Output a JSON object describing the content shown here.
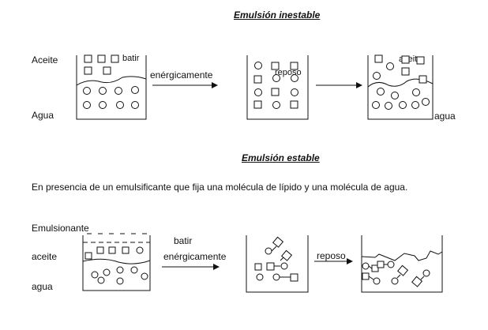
{
  "unstable": {
    "title": "Emulsión inestable",
    "label_oil": "Aceite",
    "label_water": "Agua",
    "label_water_right": "agua",
    "stir_short": "batir",
    "stir_adverb": "enérgicamente",
    "rest_label": "reposo",
    "oil_label_in_beaker": "aceite"
  },
  "stable": {
    "title": "Emulsión estable",
    "description": "En presencia de un emulsificante que fija una molécula de lípido y una molécula de agua.",
    "label_emulsifier": "Emulsionante",
    "label_oil": "aceite",
    "label_water": "agua",
    "stir_label": "batir",
    "stir_adverb": "enérgicamente",
    "rest_label": "reposo"
  }
}
